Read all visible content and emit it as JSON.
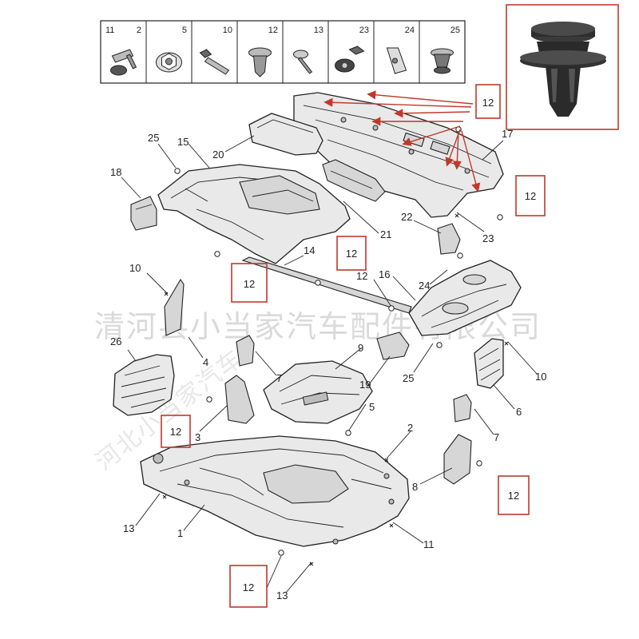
{
  "fastener_table": {
    "columns": [
      {
        "num": "11",
        "qty": "2",
        "icon": "flange-bolt-icon"
      },
      {
        "num": "",
        "qty": "5",
        "icon": "flange-nut-icon"
      },
      {
        "num": "",
        "qty": "10",
        "icon": "hex-bolt-icon"
      },
      {
        "num": "",
        "qty": "12",
        "icon": "push-clip-icon"
      },
      {
        "num": "",
        "qty": "13",
        "icon": "tapping-screw-icon"
      },
      {
        "num": "",
        "qty": "23",
        "icon": "nut-screw-icon"
      },
      {
        "num": "",
        "qty": "24",
        "icon": "spring-clip-icon"
      },
      {
        "num": "",
        "qty": "25",
        "icon": "rivet-clip-icon"
      }
    ]
  },
  "highlight_label": "12",
  "part_labels": [
    {
      "id": "l25a",
      "text": "25"
    },
    {
      "id": "l15",
      "text": "15"
    },
    {
      "id": "l20",
      "text": "20"
    },
    {
      "id": "l17",
      "text": "17"
    },
    {
      "id": "l18",
      "text": "18"
    },
    {
      "id": "l22",
      "text": "22"
    },
    {
      "id": "l23",
      "text": "23"
    },
    {
      "id": "l21",
      "text": "21"
    },
    {
      "id": "l14",
      "text": "14"
    },
    {
      "id": "l10a",
      "text": "10"
    },
    {
      "id": "l12s",
      "text": "12"
    },
    {
      "id": "l16",
      "text": "16"
    },
    {
      "id": "l24",
      "text": "24"
    },
    {
      "id": "l26",
      "text": "26"
    },
    {
      "id": "l4",
      "text": "4"
    },
    {
      "id": "l9",
      "text": "9"
    },
    {
      "id": "l7a",
      "text": "7"
    },
    {
      "id": "l19",
      "text": "19"
    },
    {
      "id": "l25b",
      "text": "25"
    },
    {
      "id": "l10b",
      "text": "10"
    },
    {
      "id": "l6",
      "text": "6"
    },
    {
      "id": "l5",
      "text": "5"
    },
    {
      "id": "l3",
      "text": "3"
    },
    {
      "id": "l7b",
      "text": "7"
    },
    {
      "id": "l2",
      "text": "2"
    },
    {
      "id": "l8",
      "text": "8"
    },
    {
      "id": "l13a",
      "text": "13"
    },
    {
      "id": "l1",
      "text": "1"
    },
    {
      "id": "l11",
      "text": "11"
    },
    {
      "id": "l13b",
      "text": "13"
    }
  ],
  "watermark": {
    "main": "清河县小当家汽车配件有限公司",
    "diagonal": "河北小当家汽车"
  },
  "colors": {
    "highlight": "#c0392b",
    "line": "#222222",
    "part_fill": "#e9e9e9"
  }
}
